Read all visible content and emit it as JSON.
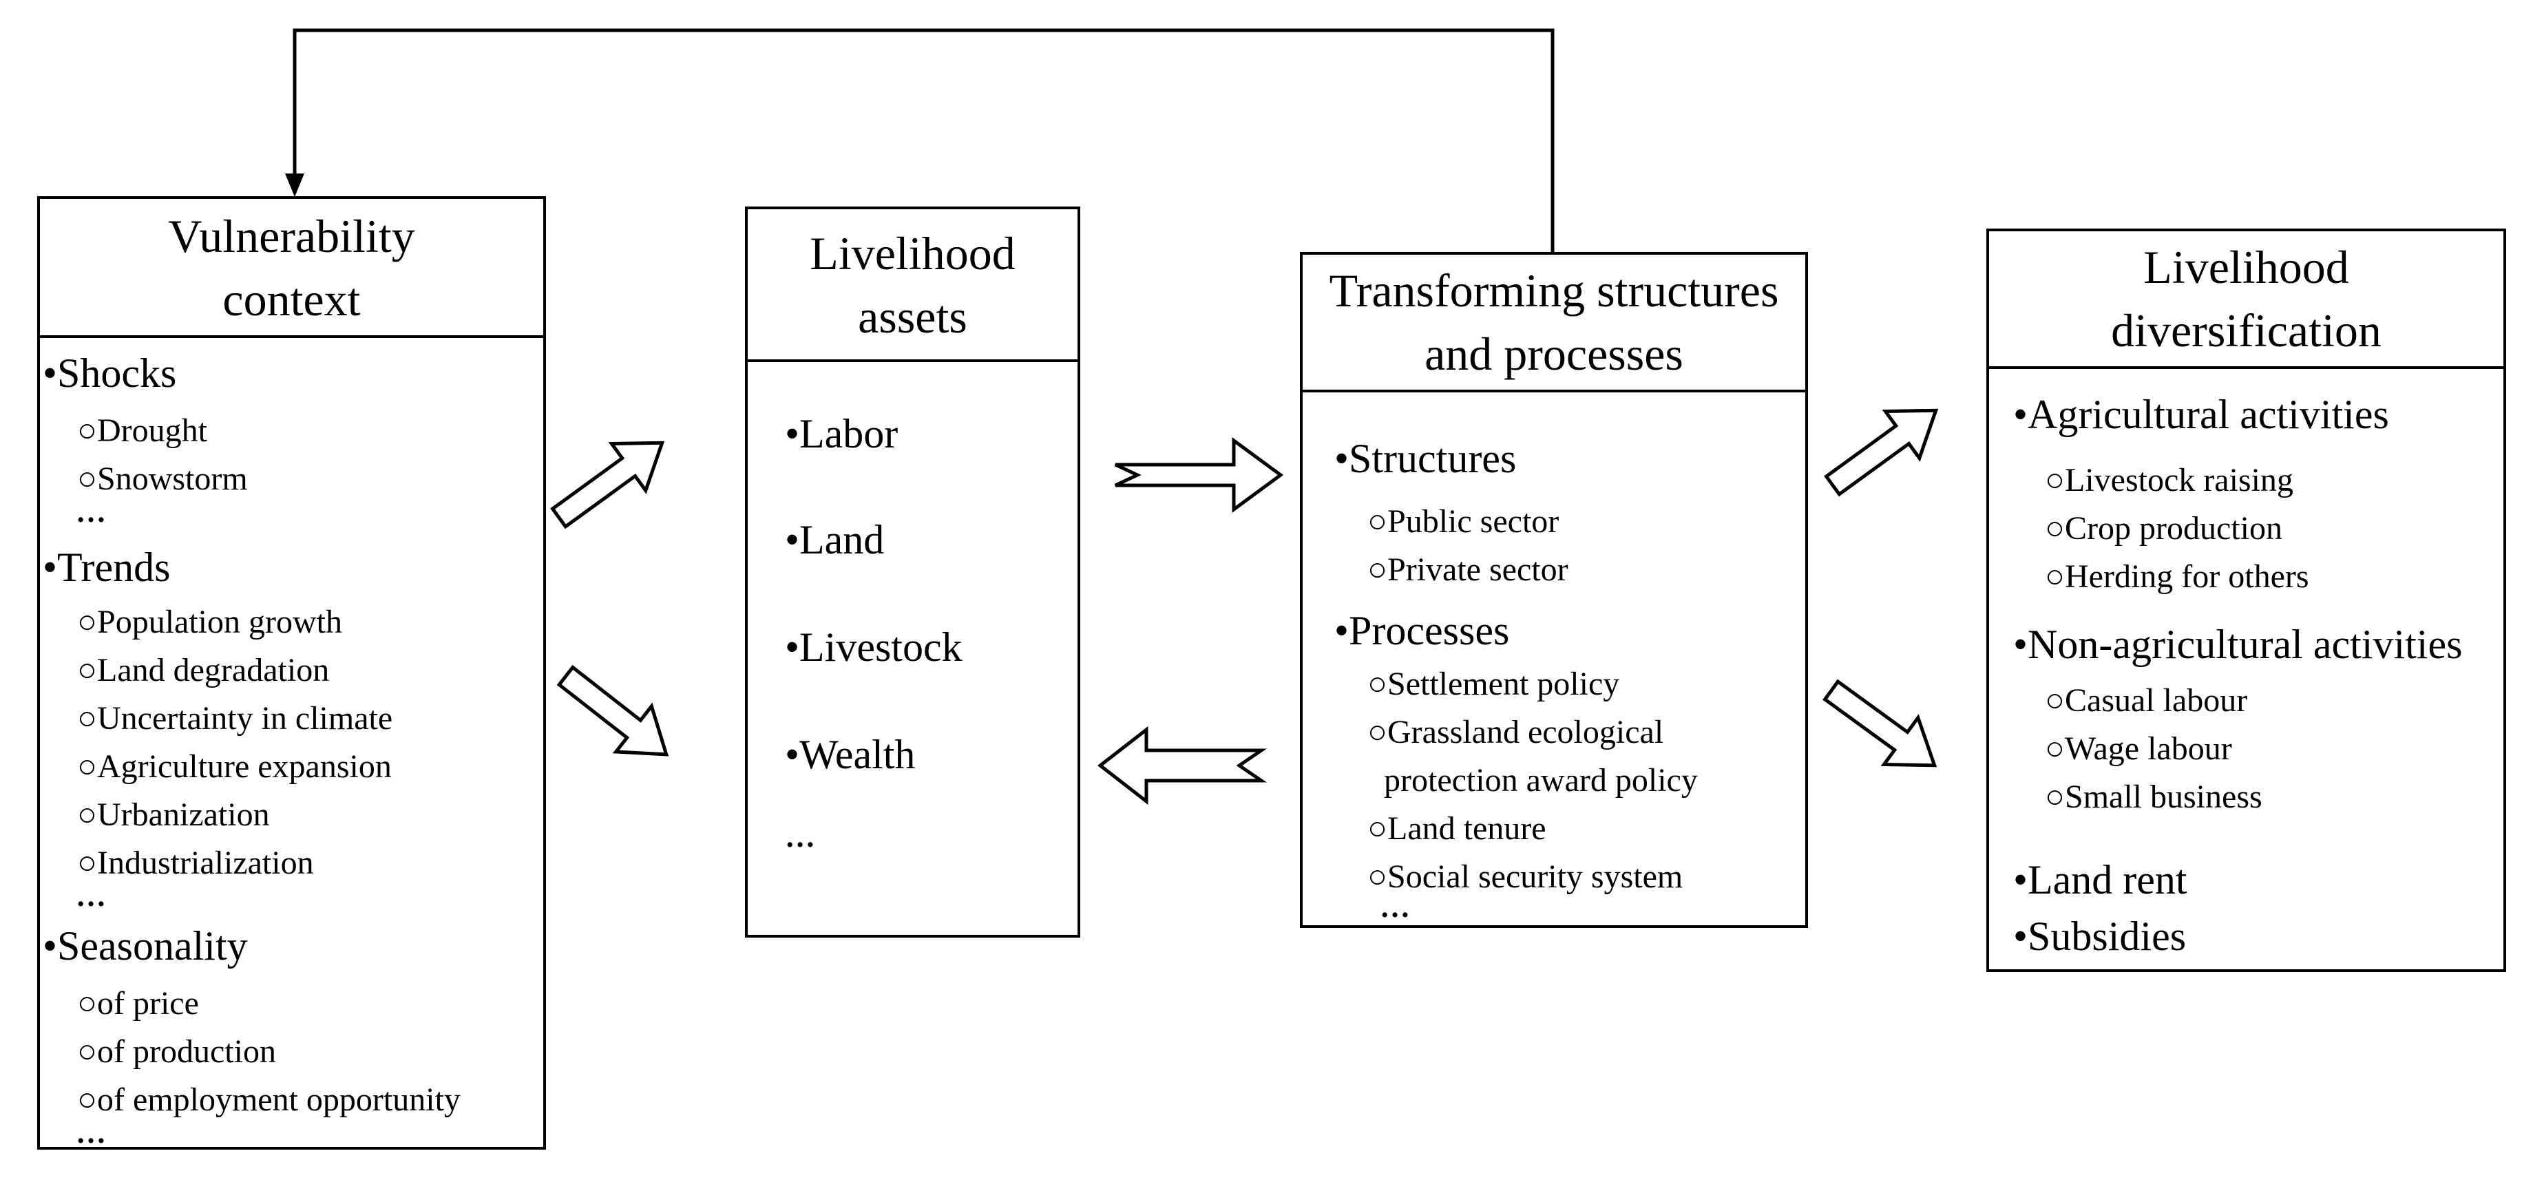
{
  "boxes": {
    "vulnerability": {
      "title": [
        "Vulnerability",
        "context"
      ],
      "items": [
        {
          "level": 1,
          "text": "•Shocks"
        },
        {
          "level": 2,
          "text": "○Drought"
        },
        {
          "level": 2,
          "text": "○Snowstorm"
        },
        {
          "level": 3,
          "text": "…"
        },
        {
          "level": 1,
          "text": "•Trends"
        },
        {
          "level": 2,
          "text": "○Population growth"
        },
        {
          "level": 2,
          "text": "○Land degradation"
        },
        {
          "level": 2,
          "text": "○Uncertainty in climate"
        },
        {
          "level": 2,
          "text": "○Agriculture expansion"
        },
        {
          "level": 2,
          "text": "○Urbanization"
        },
        {
          "level": 2,
          "text": "○Industrialization"
        },
        {
          "level": 3,
          "text": "…"
        },
        {
          "level": 1,
          "text": "•Seasonality"
        },
        {
          "level": 2,
          "text": "○of price"
        },
        {
          "level": 2,
          "text": "○of production"
        },
        {
          "level": 2,
          "text": "○of employment opportunity"
        },
        {
          "level": 3,
          "text": "…"
        }
      ]
    },
    "assets": {
      "title": [
        "Livelihood",
        "assets"
      ],
      "items": [
        {
          "level": 1,
          "text": "•Labor"
        },
        {
          "level": 1,
          "text": "•Land"
        },
        {
          "level": 1,
          "text": "•Livestock"
        },
        {
          "level": 1,
          "text": "•Wealth"
        },
        {
          "level": 3,
          "text": "…"
        }
      ]
    },
    "transforming": {
      "title": [
        "Transforming structures",
        "and processes"
      ],
      "items": [
        {
          "level": 1,
          "text": "•Structures"
        },
        {
          "level": 2,
          "text": "○Public sector"
        },
        {
          "level": 2,
          "text": "○Private sector"
        },
        {
          "level": 1,
          "text": "•Processes"
        },
        {
          "level": 2,
          "text": "○Settlement policy"
        },
        {
          "level": 2,
          "text": "○Grassland ecological"
        },
        {
          "level": 2,
          "text": "protection award policy"
        },
        {
          "level": 2,
          "text": "○Land tenure"
        },
        {
          "level": 2,
          "text": "○Social security system"
        },
        {
          "level": 3,
          "text": "…"
        }
      ]
    },
    "diversification": {
      "title": [
        "Livelihood",
        "diversification"
      ],
      "items": [
        {
          "level": 1,
          "text": "•Agricultural activities"
        },
        {
          "level": 2,
          "text": "○Livestock raising"
        },
        {
          "level": 2,
          "text": "○Crop production"
        },
        {
          "level": 2,
          "text": "○Herding for others"
        },
        {
          "level": 1,
          "text": "•Non-agricultural activities"
        },
        {
          "level": 2,
          "text": "○Casual labour"
        },
        {
          "level": 2,
          "text": "○Wage labour"
        },
        {
          "level": 2,
          "text": "○Small business"
        },
        {
          "level": 1,
          "text": "•Land rent"
        },
        {
          "level": 1,
          "text": "•Subsidies"
        }
      ]
    }
  }
}
